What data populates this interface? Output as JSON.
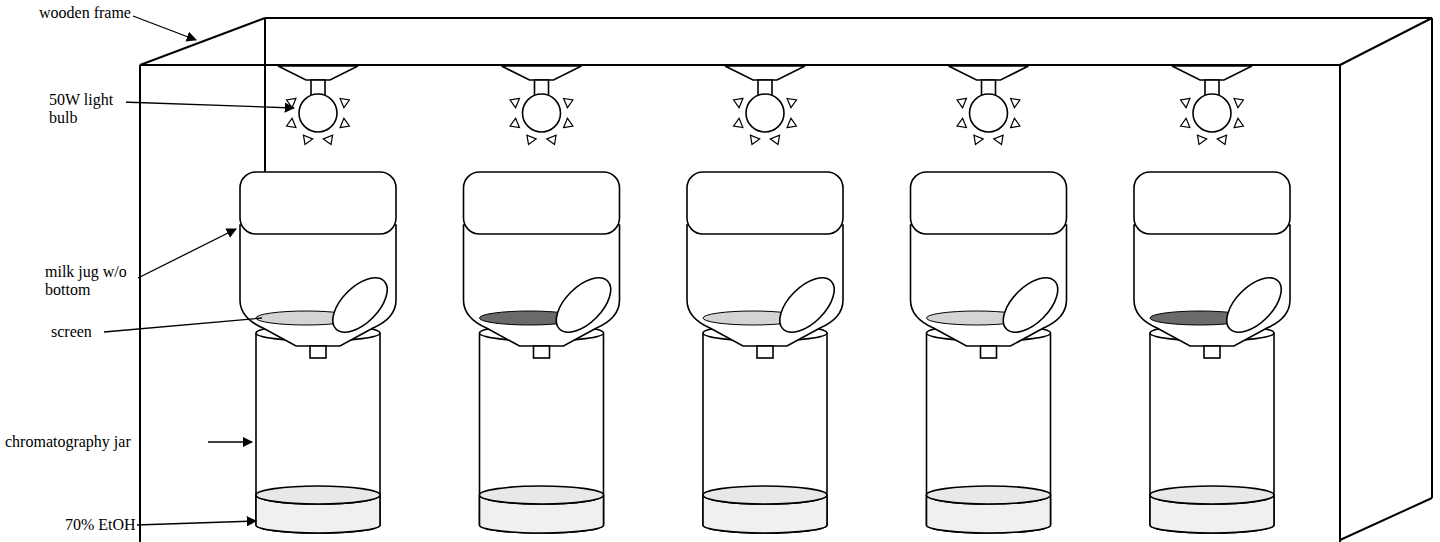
{
  "diagram": {
    "labels": [
      "wooden frame",
      "50W light bulb",
      "milk jug w/o bottom",
      "screen",
      "chromatography jar",
      "70% EtOH"
    ]
  }
}
